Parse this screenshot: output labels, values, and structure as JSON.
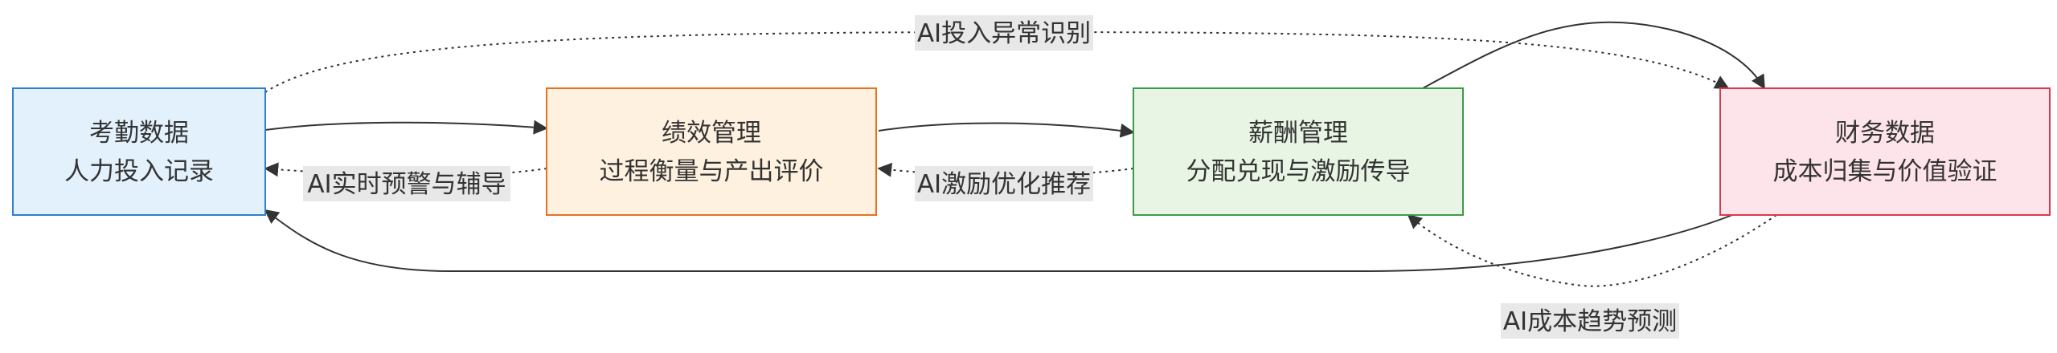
{
  "nodes": [
    {
      "id": "attendance",
      "line1": "考勤数据",
      "line2": "人力投入记录",
      "fill": "#e3f1fc",
      "stroke": "#2f7fd1"
    },
    {
      "id": "performance",
      "line1": "绩效管理",
      "line2": "过程衡量与产出评价",
      "fill": "#fff1df",
      "stroke": "#e8711f"
    },
    {
      "id": "compensation",
      "line1": "薪酬管理",
      "line2": "分配兑现与激励传导",
      "fill": "#e8f5e5",
      "stroke": "#3b9c46"
    },
    {
      "id": "finance",
      "line1": "财务数据",
      "line2": "成本归集与价值验证",
      "fill": "#fde3ea",
      "stroke": "#d9394f"
    }
  ],
  "edge_labels": {
    "ai_anomaly": "AI投入异常识别",
    "ai_warning": "AI实时预警与辅导",
    "ai_incentive": "AI激励优化推荐",
    "ai_cost_trend": "AI成本趋势预测"
  },
  "colors": {
    "edge": "#333333",
    "label_background": "#e8e8e8"
  }
}
